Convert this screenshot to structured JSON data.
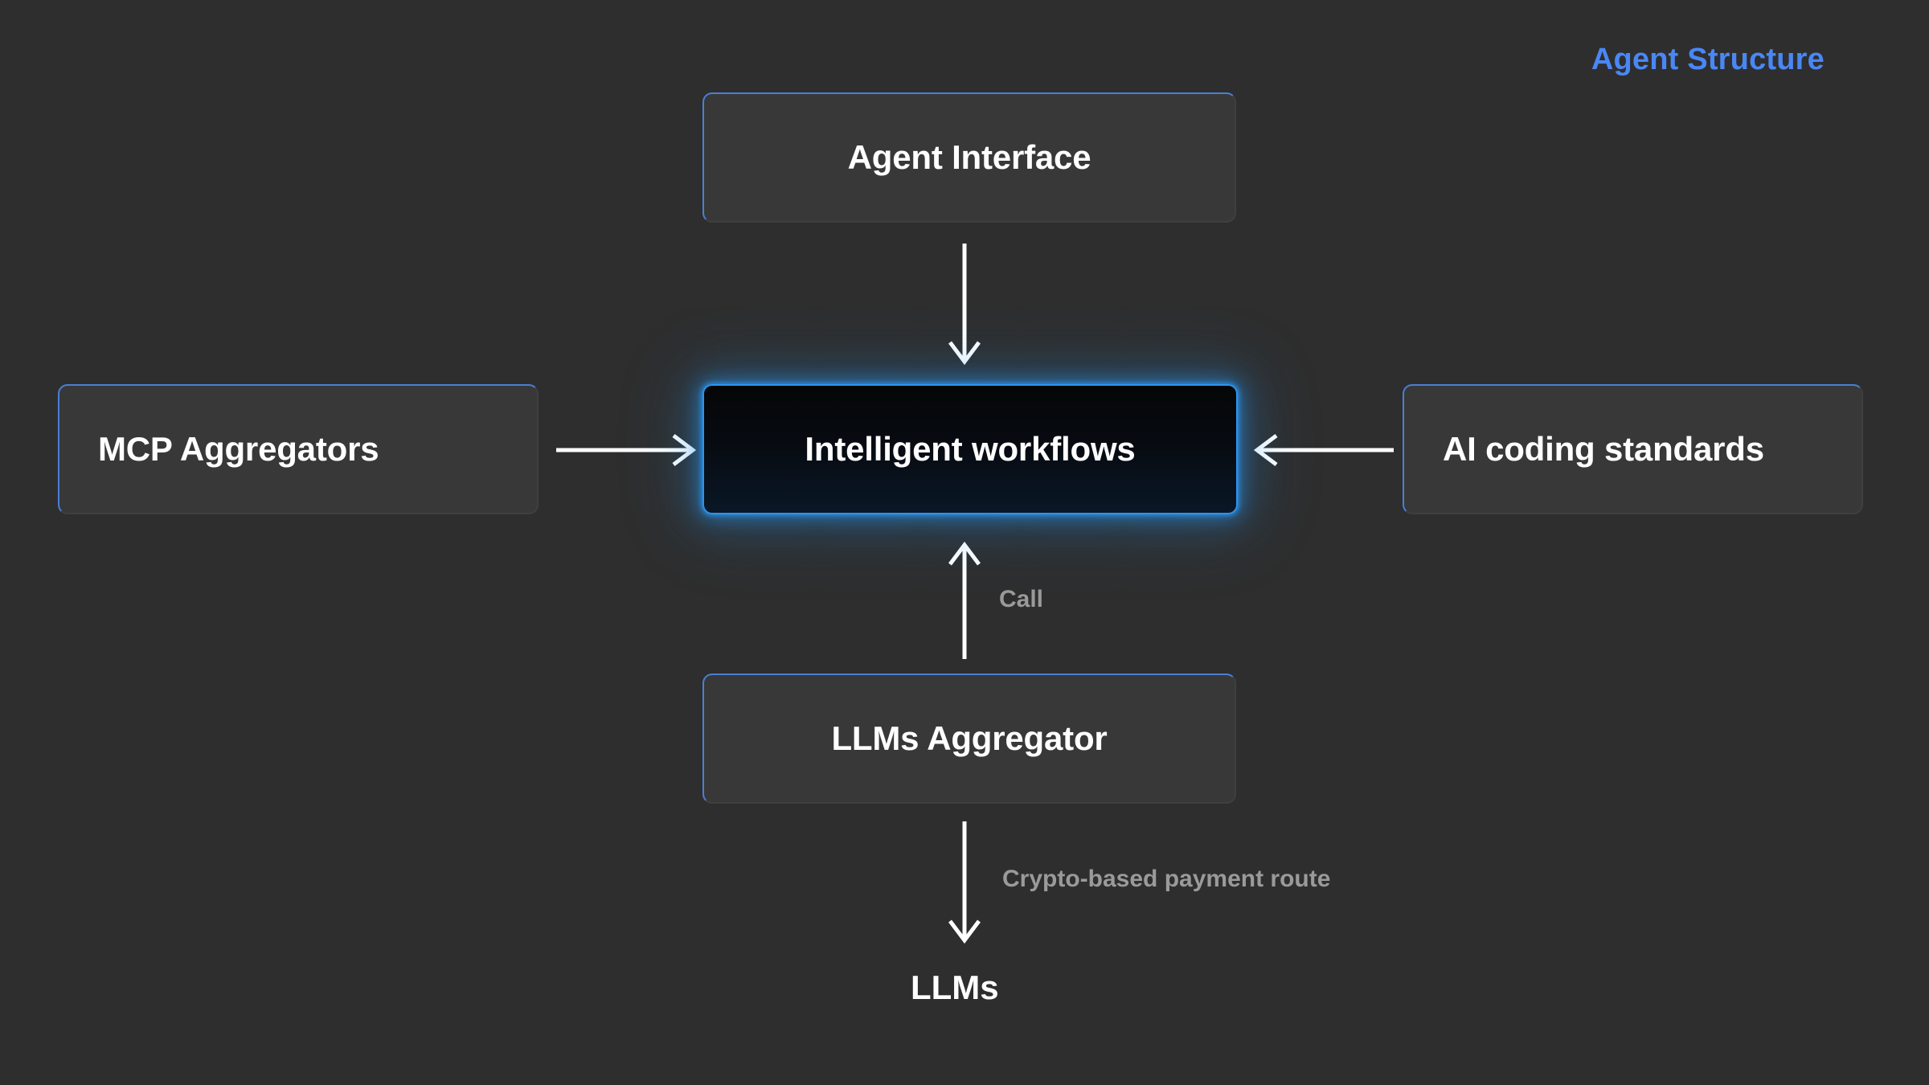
{
  "title": "Agent Structure",
  "colors": {
    "background": "#2e2e2e",
    "title_accent": "#4a87f5",
    "node_fill": "#383838",
    "node_border_accent": "#4a7fd4",
    "highlight_border": "#2b95f0",
    "highlight_glow": "#2b95f0",
    "arrow": "#ffffff",
    "edge_label": "#9a9a9a",
    "node_text": "#ffffff"
  },
  "nodes": [
    {
      "id": "agent-interface",
      "label": "Agent Interface",
      "highlighted": false,
      "boxed": true
    },
    {
      "id": "mcp-aggregators",
      "label": "MCP Aggregators",
      "highlighted": false,
      "boxed": true
    },
    {
      "id": "intelligent-workflows",
      "label": "Intelligent workflows",
      "highlighted": true,
      "boxed": true
    },
    {
      "id": "ai-coding-standards",
      "label": "AI coding standards",
      "highlighted": false,
      "boxed": true
    },
    {
      "id": "llms-aggregator",
      "label": "LLMs Aggregator",
      "highlighted": false,
      "boxed": true
    },
    {
      "id": "llms",
      "label": "LLMs",
      "highlighted": false,
      "boxed": false
    }
  ],
  "edges": [
    {
      "id": "agent-interface-to-intelligent-workflows",
      "from": "agent-interface",
      "to": "intelligent-workflows",
      "direction": "down",
      "label": ""
    },
    {
      "id": "mcp-aggregators-to-intelligent-workflows",
      "from": "mcp-aggregators",
      "to": "intelligent-workflows",
      "direction": "right",
      "label": ""
    },
    {
      "id": "ai-coding-standards-to-intelligent-workflows",
      "from": "ai-coding-standards",
      "to": "intelligent-workflows",
      "direction": "left",
      "label": ""
    },
    {
      "id": "llms-aggregator-to-intelligent-workflows",
      "from": "llms-aggregator",
      "to": "intelligent-workflows",
      "direction": "up",
      "label": "Call"
    },
    {
      "id": "llms-aggregator-to-llms",
      "from": "llms-aggregator",
      "to": "llms",
      "direction": "down",
      "label": "Crypto-based payment route"
    }
  ],
  "edge_labels": {
    "call": "Call",
    "crypto_payment_route": "Crypto-based payment route"
  }
}
